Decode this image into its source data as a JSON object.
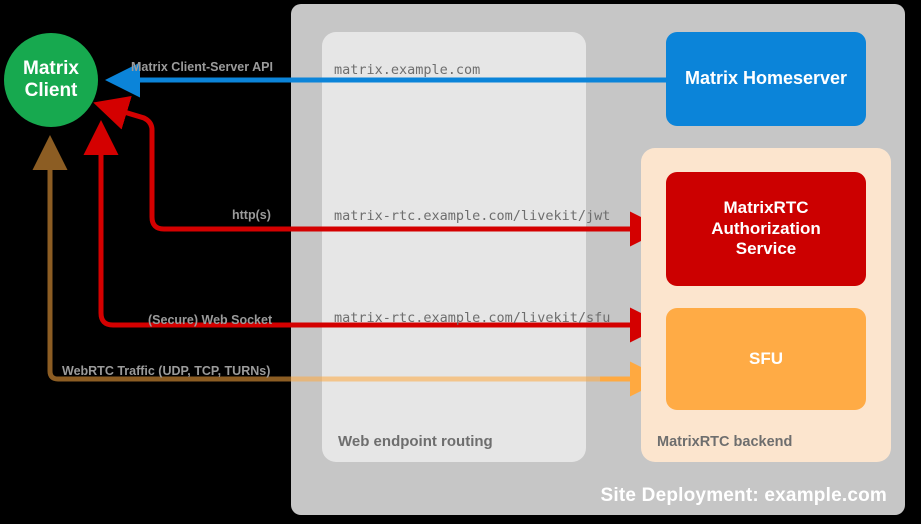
{
  "diagram": {
    "title": "Site Deployment: example.com",
    "colors": {
      "client": "#17a94f",
      "homeserver": "#0b84d9",
      "auth_service": "#cc0000",
      "sfu": "#ffab45",
      "site_container": "#c6c6c6",
      "routing_container": "#e6e6e6",
      "backend_container": "#fce5ce",
      "label_gray": "#9b9b9b",
      "url_gray": "#6e6e6e"
    }
  },
  "client": {
    "label_line1": "Matrix",
    "label_line2": "Client"
  },
  "containers": {
    "routing": {
      "title": "Web endpoint routing"
    },
    "backend": {
      "title": "MatrixRTC backend"
    }
  },
  "nodes": {
    "homeserver": {
      "label": "Matrix Homeserver"
    },
    "auth": {
      "label_line1": "MatrixRTC",
      "label_line2": "Authorization",
      "label_line3": "Service"
    },
    "sfu": {
      "label": "SFU"
    }
  },
  "endpoints": {
    "homeserver_url": "matrix.example.com",
    "jwt_url": "matrix-rtc.example.com/livekit/jwt",
    "sfu_url": "matrix-rtc.example.com/livekit/sfu"
  },
  "flows": [
    {
      "id": "cs-api",
      "label": "Matrix Client-Server API",
      "color": "#0b84d9"
    },
    {
      "id": "https",
      "label": "http(s)",
      "color": "#d40000"
    },
    {
      "id": "wss",
      "label": "(Secure) Web Socket",
      "color": "#d40000"
    },
    {
      "id": "webrtc",
      "label": "WebRTC Traffic (UDP, TCP, TURNs)",
      "color": "#ffa940"
    }
  ]
}
